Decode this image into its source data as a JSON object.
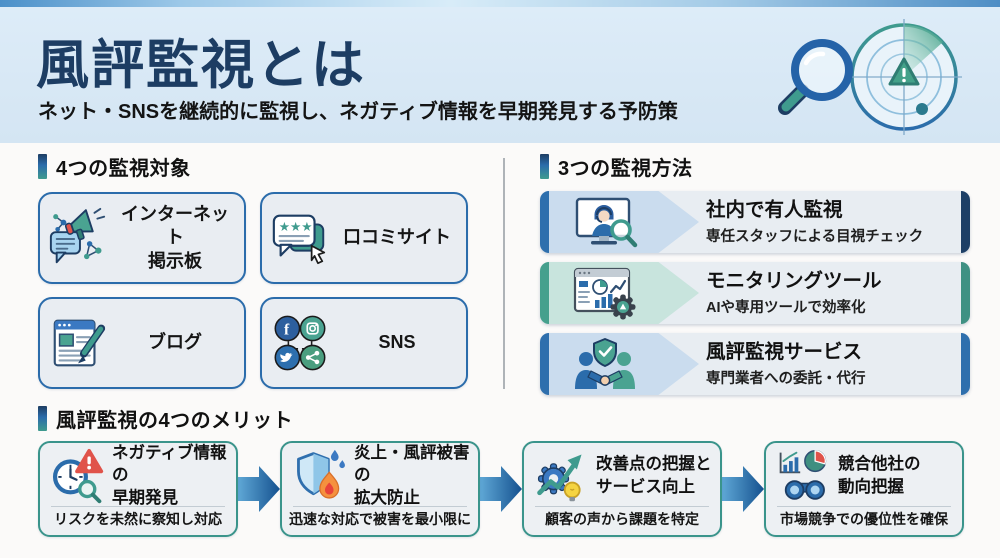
{
  "header": {
    "title": "風評監視とは",
    "subtitle": "ネット・SNSを継続的に監視し、ネガティブ情報を早期発見する予防策",
    "illustration_icons": [
      "magnifier-icon",
      "radar-icon",
      "alert-triangle-icon"
    ]
  },
  "targets": {
    "heading": "4つの監視対象",
    "cards": [
      {
        "icon": "bulletin-board-megaphone-icon",
        "lines": [
          "インターネット",
          "掲示板"
        ]
      },
      {
        "icon": "review-site-stars-icon",
        "lines": [
          "口コミサイト"
        ]
      },
      {
        "icon": "blog-pen-icon",
        "lines": [
          "ブログ"
        ]
      },
      {
        "icon": "sns-social-icons",
        "lines": [
          "SNS"
        ]
      }
    ]
  },
  "methods": {
    "heading": "3つの監視方法",
    "rows": [
      {
        "icon": "human-monitoring-icon",
        "title": "社内で有人監視",
        "desc": "専任スタッフによる目視チェック",
        "accent_left": "#2e6fad",
        "accent_right": "#1d3f66"
      },
      {
        "icon": "monitoring-tool-icon",
        "title": "モニタリングツール",
        "desc": "AIや専用ツールで効率化",
        "accent_left": "#45a08d",
        "accent_right": "#3f9183"
      },
      {
        "icon": "handshake-service-icon",
        "title": "風評監視サービス",
        "desc": "専門業者への委託・代行",
        "accent_left": "#2b6cb0",
        "accent_right": "#2e6fad"
      }
    ]
  },
  "merits": {
    "heading": "風評監視の4つのメリット",
    "cards": [
      {
        "icon": "clock-alert-icon",
        "title_lines": [
          "ネガティブ情報の",
          "早期発見"
        ],
        "note": "リスクを未然に察知し対応"
      },
      {
        "icon": "shield-flame-icon",
        "title_lines": [
          "炎上・風評被害の",
          "拡大防止"
        ],
        "note": "迅速な対応で被害を最小限に"
      },
      {
        "icon": "gear-improvement-icon",
        "title_lines": [
          "改善点の把握と",
          "サービス向上"
        ],
        "note": "顧客の声から課題を特定"
      },
      {
        "icon": "binoculars-analytics-icon",
        "title_lines": [
          "競合他社の",
          "動向把握"
        ],
        "note": "市場競争での優位性を確保"
      }
    ]
  },
  "colors": {
    "title_navy": "#1d3d63",
    "accent_blue": "#2b6cab",
    "accent_teal": "#3f9b8e",
    "alert_red": "#e0534a",
    "header_bg": "#d9e8f5",
    "card_bg": "#e9edf2",
    "card_border_blue": "#2b6cab",
    "merit_border_teal": "#3a948b"
  }
}
